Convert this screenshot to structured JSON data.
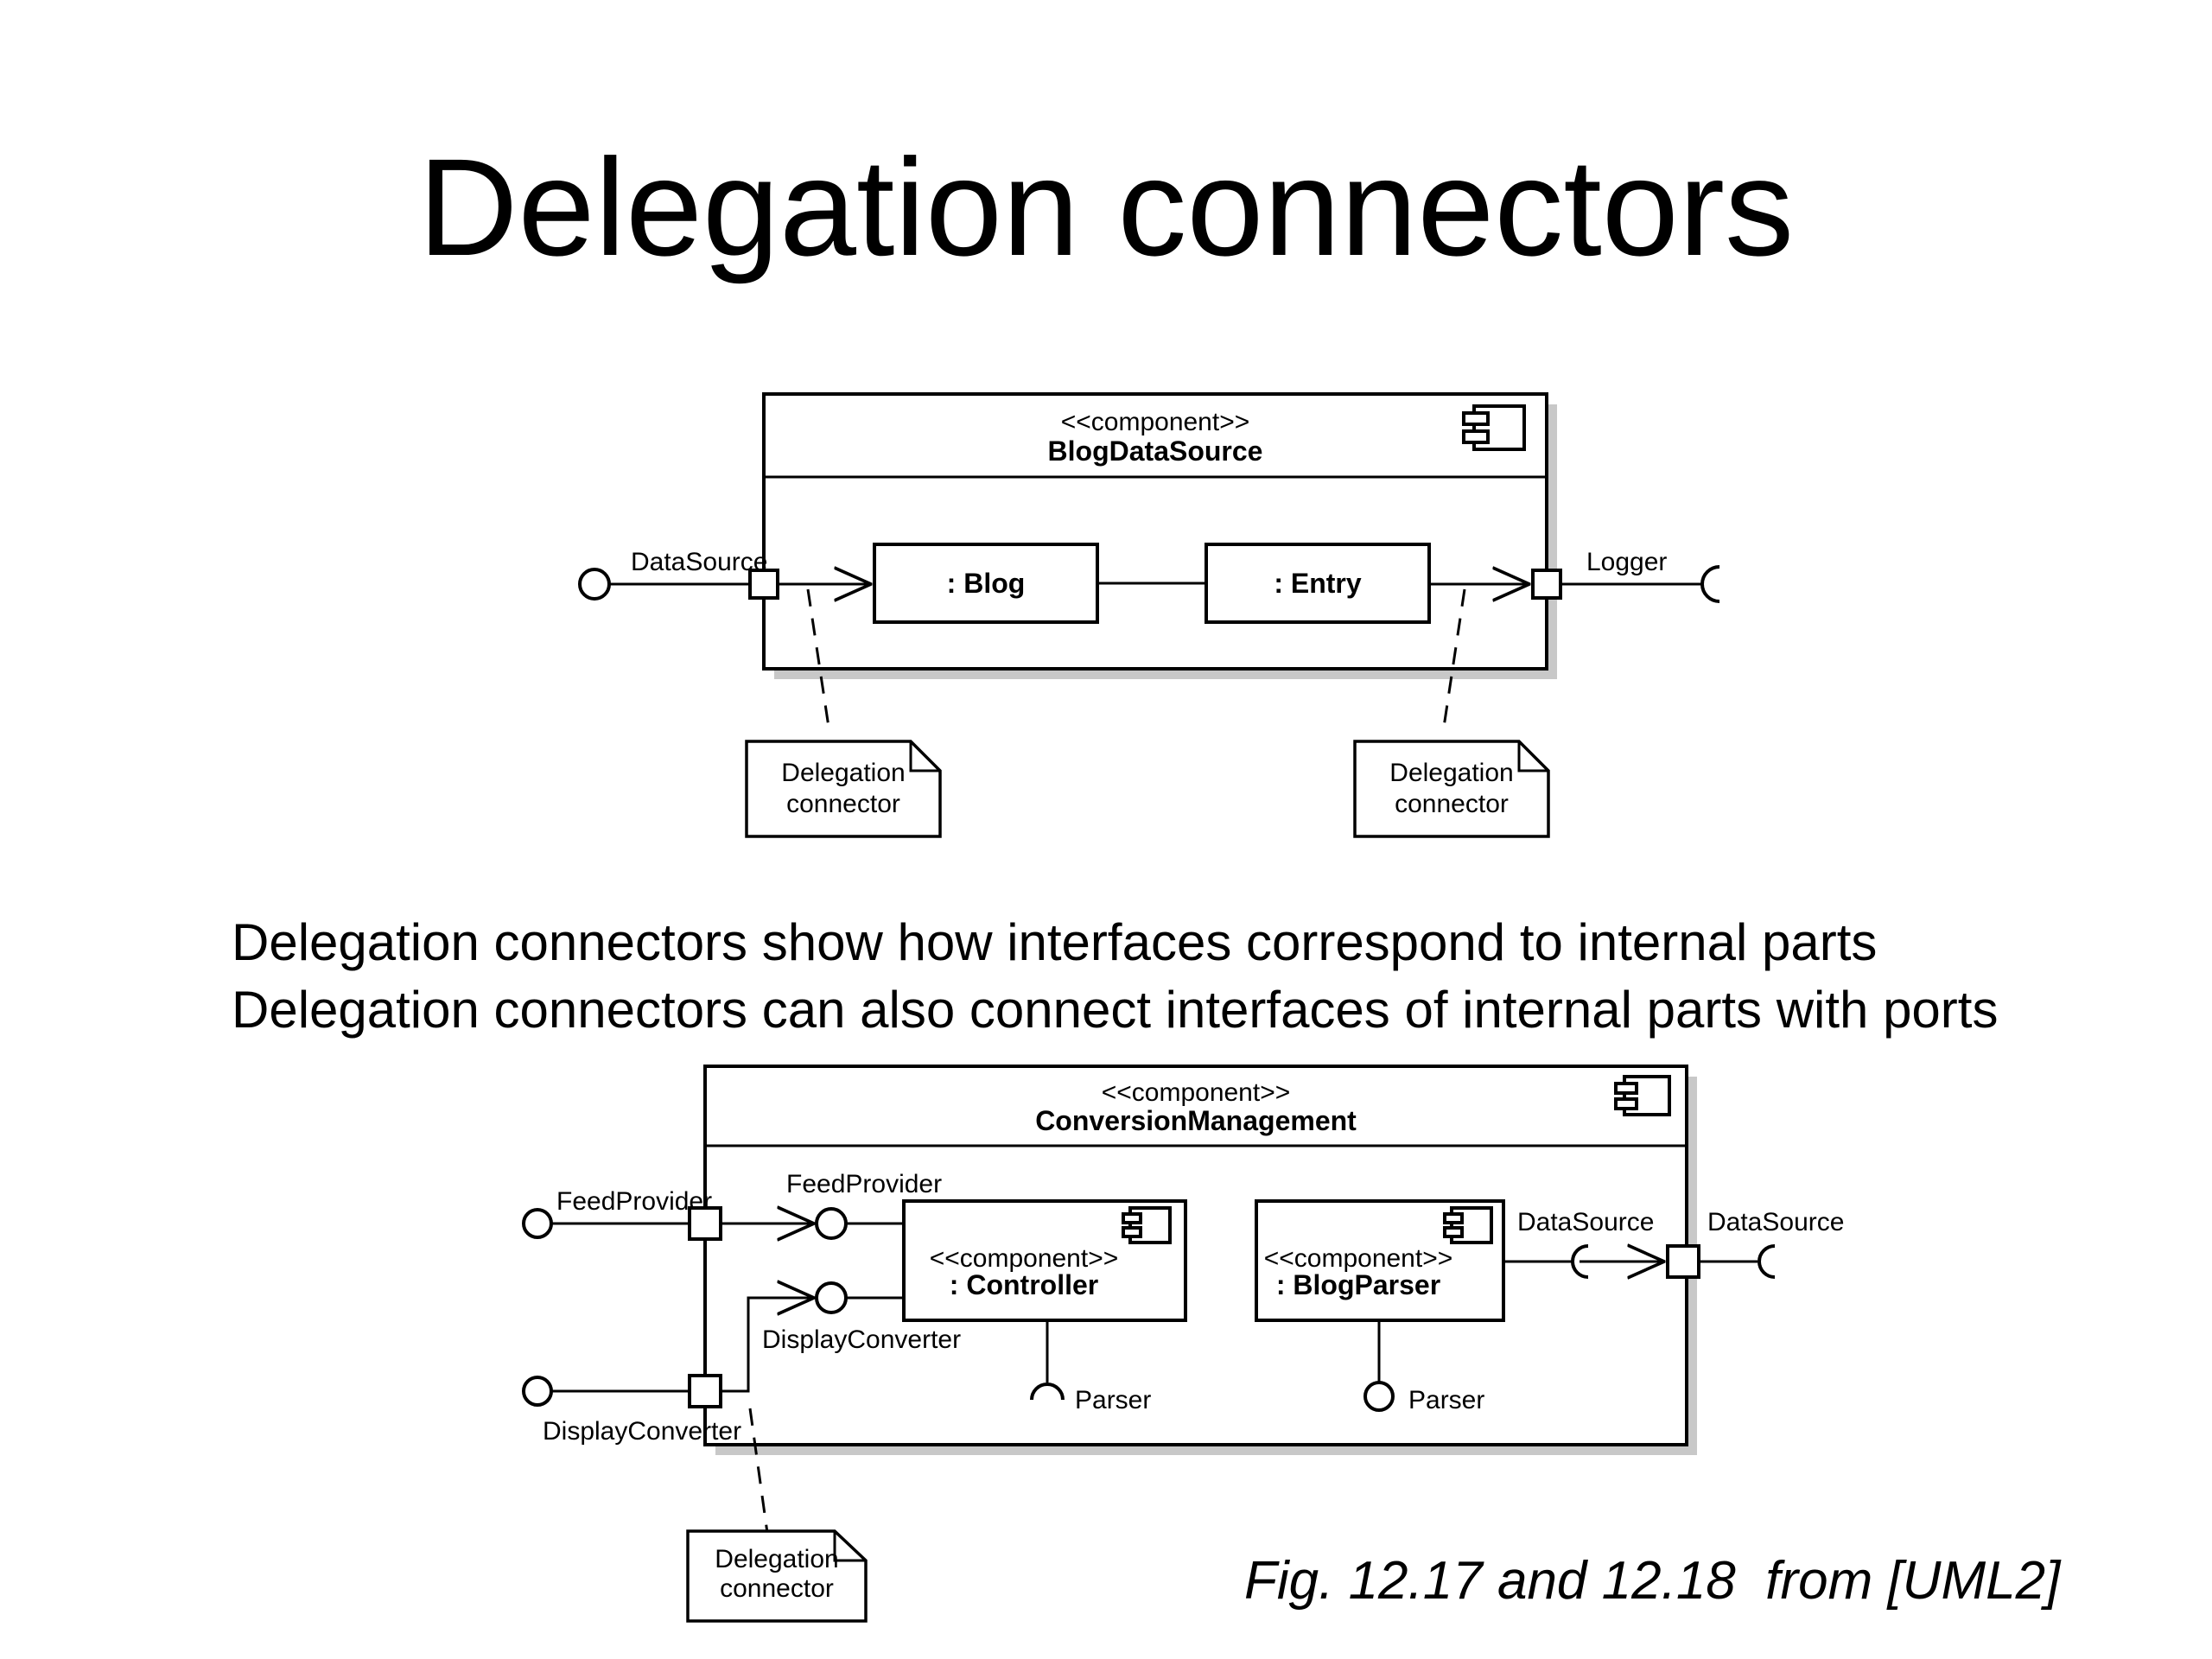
{
  "slide": {
    "title": "Delegation connectors",
    "body_lines": [
      "Delegation connectors show how interfaces correspond to internal parts",
      "Delegation connectors can also connect interfaces of internal parts with ports"
    ],
    "caption": "Fig. 12.17 and 12.18  from [UML2]"
  },
  "diagram1": {
    "stereotype": "<<component>>",
    "name": "BlogDataSource",
    "parts": [
      ": Blog",
      ": Entry"
    ],
    "provided_interface": "DataSource",
    "required_interface": "Logger",
    "note_left": [
      "Delegation",
      "connector"
    ],
    "note_right": [
      "Delegation",
      "connector"
    ]
  },
  "diagram2": {
    "stereotype": "<<component>>",
    "name": "ConversionManagement",
    "ext_feed": "FeedProvider",
    "ext_display": "DisplayConverter",
    "int_feed": "FeedProvider",
    "int_display": "DisplayConverter",
    "controller": {
      "stereotype": "<<component>>",
      "name": ": Controller",
      "required": "Parser"
    },
    "parser": {
      "stereotype": "<<component>>",
      "name": ": BlogParser",
      "provided": "Parser"
    },
    "int_datasource": "DataSource",
    "ext_datasource": "DataSource",
    "note": [
      "Delegation",
      "connector"
    ]
  }
}
